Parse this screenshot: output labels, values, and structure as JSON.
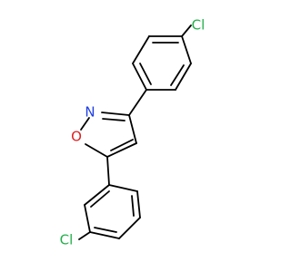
{
  "molecule": {
    "atoms": {
      "cl_top": "Cl",
      "n": "N",
      "o": "O",
      "cl_bottom": "Cl"
    }
  },
  "colors": {
    "chlorine": "#22b04a",
    "nitrogen": "#1f3fe6",
    "oxygen": "#e11f1f",
    "bond": "#000000"
  }
}
